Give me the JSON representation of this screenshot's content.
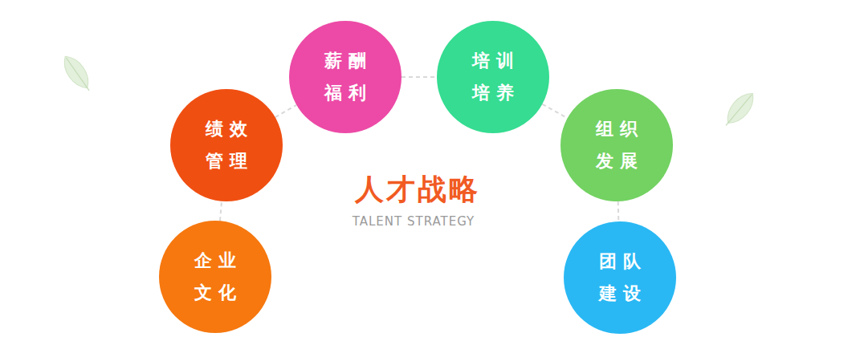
{
  "diagram": {
    "title": "人才战略",
    "nodes": [
      {
        "text": [
          "企业 文化"
        ]
      },
      {
        "text": [
          "绩效 管理"
        ]
      },
      {
        "text": [
          "薪酬 福利"
        ]
      },
      {
        "text": [
          "培训 培养"
        ]
      },
      {
        "text": [
          "组织 发展"
        ]
      },
      {
        "text": [
          "团队 建设"
        ]
      }
    ],
    "edges": [
      {
        "from": 0,
        "to": 1,
        "arrow": "none"
      },
      {
        "from": 1,
        "to": 2,
        "arrow": "none"
      },
      {
        "from": 2,
        "to": 3,
        "arrow": "none"
      },
      {
        "from": 3,
        "to": 4,
        "arrow": "none"
      },
      {
        "from": 4,
        "to": 5,
        "arrow": "none"
      }
    ],
    "labels": [
      "TALENT STRATEGY"
    ]
  }
}
